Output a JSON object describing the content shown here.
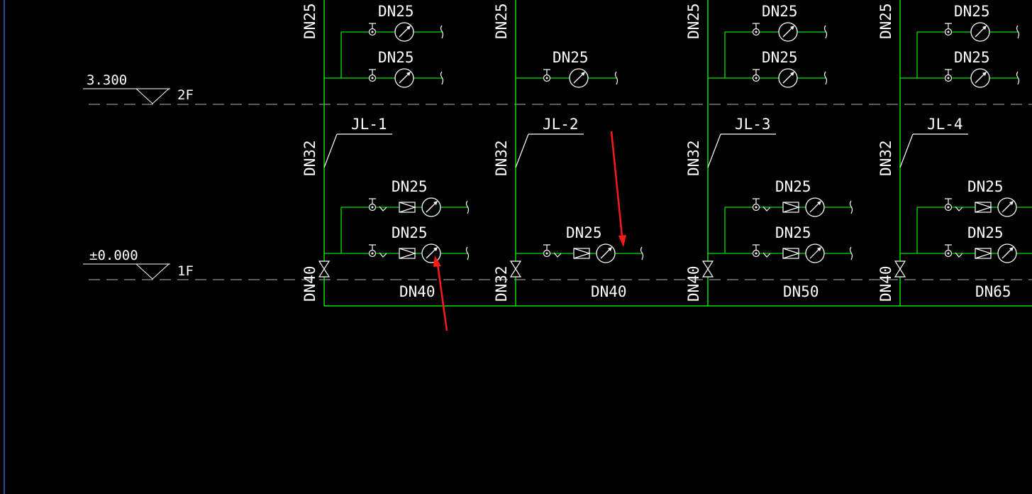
{
  "colors": {
    "background": "#000000",
    "pipe": "#00e000",
    "symbol": "#ffffff",
    "dash": "#b8b8b8",
    "arrow": "#ff1a1a",
    "frame": "#3a5fd0"
  },
  "levels": [
    {
      "elevation": "3.300",
      "floor": "2F"
    },
    {
      "elevation": "±0.000",
      "floor": "1F"
    }
  ],
  "risers": [
    {
      "tag": "JL-1",
      "riser_top": "DN25",
      "riser_mid": "DN32",
      "riser_bottom": "DN40",
      "header": "DN40",
      "upper_branches": [
        "DN25",
        "DN25"
      ],
      "lower_branches": [
        "DN25",
        "DN25"
      ]
    },
    {
      "tag": "JL-2",
      "riser_top": "DN25",
      "riser_mid": "DN32",
      "riser_bottom": "DN32",
      "header": "DN40",
      "upper_branches": [
        "DN25"
      ],
      "lower_branches": [
        "DN25"
      ]
    },
    {
      "tag": "JL-3",
      "riser_top": "DN25",
      "riser_mid": "DN32",
      "riser_bottom": "DN40",
      "header": "DN50",
      "upper_branches": [
        "DN25",
        "DN25"
      ],
      "lower_branches": [
        "DN25",
        "DN25"
      ]
    },
    {
      "tag": "JL-4",
      "riser_top": "DN25",
      "riser_mid": "DN32",
      "riser_bottom": "DN40",
      "header": "DN65",
      "upper_branches": [
        "DN25",
        "DN25"
      ],
      "lower_branches": [
        "DN25",
        "DN25"
      ]
    }
  ]
}
